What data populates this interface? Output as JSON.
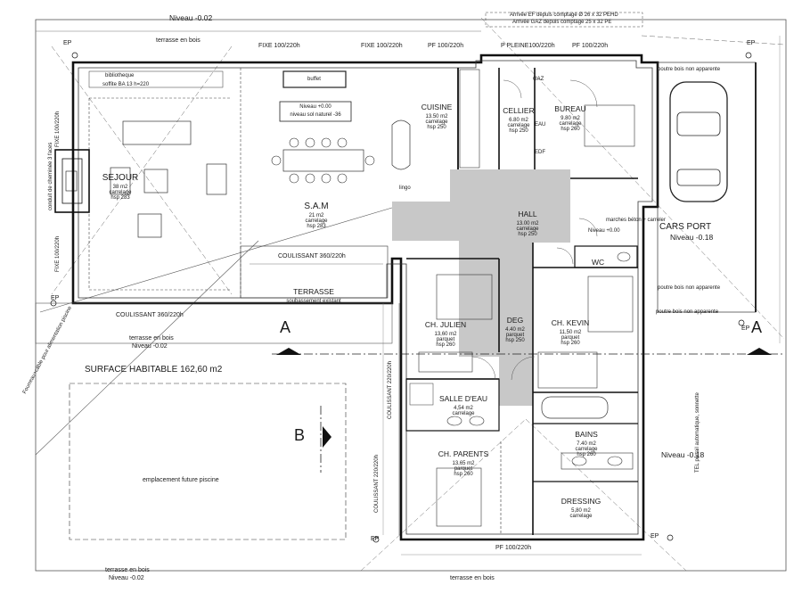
{
  "plan": {
    "levels": {
      "top": "Niveau -0.02",
      "bottom_left": "Niveau -0.02",
      "piscine": "Niveau -0.02",
      "carport": "Niveau -0.18",
      "right": "Niveau -0.18",
      "hall": "Niveau +0.00"
    },
    "terrace_labels": {
      "top": "terrasse en bois",
      "left": "terrasse en bois",
      "bottom_left": "terrasse en bois",
      "bottom": "terrasse en bois"
    },
    "surface": "SURFACE HABITABLE 162,60 m2",
    "section_a": "A",
    "section_b": "B",
    "pool": "emplacement future piscine",
    "ep": "EP",
    "rooms": {
      "sejour": {
        "name": "SEJOUR",
        "area": "38 m2",
        "floor": "carrelage",
        "hsp": "hsp 283"
      },
      "sam": {
        "name": "S.A.M",
        "area": "21 m2",
        "floor": "carrelage",
        "hsp": "hsp 283"
      },
      "cuisine": {
        "name": "CUISINE",
        "area": "13.50 m2",
        "floor": "carrelage",
        "hsp": "hsp 250"
      },
      "cellier": {
        "name": "CELLIER",
        "area": "6.80 m2",
        "floor": "carrelage",
        "hsp": "hsp 250"
      },
      "bureau": {
        "name": "BUREAU",
        "area": "9.80 m2",
        "floor": "carrelage",
        "hsp": "hsp 260"
      },
      "hall": {
        "name": "HALL",
        "area": "13.00 m2",
        "floor": "carrelage",
        "hsp": "hsp 250"
      },
      "wc": {
        "name": "WC"
      },
      "julien": {
        "name": "CH. JULIEN",
        "area": "13,60 m2",
        "floor": "parquet",
        "hsp": "hsp 260"
      },
      "deg": {
        "name": "DEG",
        "area": "4.40 m2",
        "floor": "parquet",
        "hsp": "hsp 250"
      },
      "kevin": {
        "name": "CH. KEVIN",
        "area": "11,50 m2",
        "floor": "parquet",
        "hsp": "hsp 260"
      },
      "salle_eau": {
        "name": "SALLE D'EAU",
        "area": "4,54 m2",
        "floor": "carrelage"
      },
      "parents": {
        "name": "CH. PARENTS",
        "area": "13,65 m2",
        "floor": "parquet",
        "hsp": "hsp 260"
      },
      "bains": {
        "name": "BAINS",
        "area": "7.40 m2",
        "floor": "carrelage",
        "hsp": "hsp 260"
      },
      "dressing": {
        "name": "DRESSING",
        "area": "5,80 m2",
        "floor": "carrelage"
      },
      "terrasse": {
        "name": "TERRASSE",
        "note": "soubassement existant"
      },
      "carport": {
        "name": "CARS PORT"
      }
    },
    "notes": {
      "niveau_sam": "Niveau +0.00",
      "niveau_sol": "niveau sol naturel -36",
      "bibliotheque": "bibliotheque",
      "buffet": "buffet",
      "fixe_top1": "FIXE 100/220h",
      "fixe_top2": "FIXE 100/220h",
      "pf_top1": "PF 100/220h",
      "p_pleine": "P PLEINE100/220h",
      "pf_top2": "PF 100/220h",
      "coulissant_mid": "COULISSANT 360/220h",
      "coulissant_left": "COULISSANT 360/220h",
      "coulissant_v1": "COULISSANT 220/220h",
      "coulissant_v2": "COULISSANT 220/220h",
      "pf_bottom": "PF 100/220h",
      "fixe_left1": "FIXE 100/220h",
      "fixe_left2": "FIXE 100/220h",
      "arrivee_ef": "Arrivée EF depuis comptage Ø 26 x 32 PEHD",
      "arrivee_gaz": "Arrivée GAZ depuis comptage 25 x 32 PE",
      "poutre1": "poutre bois non apparente",
      "poutre2": "poutre bois non apparente",
      "poutre3": "poutre bois non apparente",
      "marches": "marches béton + carreler",
      "gaz": "GAZ",
      "eau": "EAU",
      "edf": "EDF",
      "portail": "TEL portail automatique, sonnette",
      "fourreau": "Fourreau+câble pour alimentation piscine",
      "conduit": "conduit de cheminée 3 faces",
      "lingo": "lingo",
      "soffite": "soffite BA 13 h=220"
    }
  }
}
